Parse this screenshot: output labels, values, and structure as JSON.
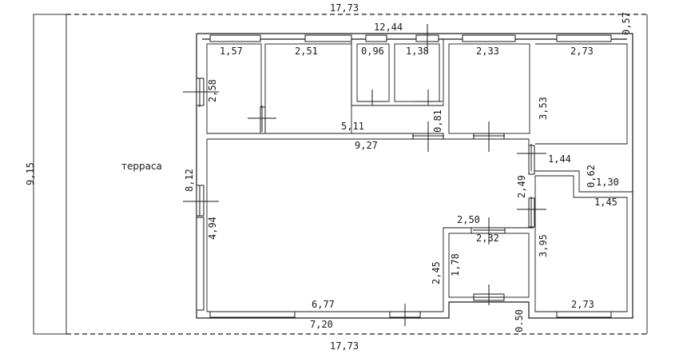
{
  "terrace_label": "терраса",
  "dimensions": {
    "top_total": "17,73",
    "bottom_total": "17,73",
    "left_total": "9,15",
    "top_right_offset": "0,57",
    "inner_top": "12,44",
    "room_1": "1,57",
    "room_2": "2,51",
    "room_3": "0,96",
    "room_4": "1,38",
    "room_5": "2,33",
    "room_6": "2,73",
    "left_upper": "2,58",
    "corridor": "5,11",
    "door_081": "0,81",
    "right_353": "3,53",
    "living_width": "9,27",
    "step_144": "1,44",
    "step_062": "0,62",
    "step_130": "1,30",
    "left_812": "8,12",
    "mid_249": "2,49",
    "right_145": "1,45",
    "left_494": "4,94",
    "bath_250": "2,50",
    "bath_232": "2,32",
    "right_395": "3,95",
    "bath_178": "1,78",
    "bath_245": "2,45",
    "bottom_677": "6,77",
    "bottom_273": "2,73",
    "bottom_720": "7,20",
    "bottom_050": "0.50"
  }
}
